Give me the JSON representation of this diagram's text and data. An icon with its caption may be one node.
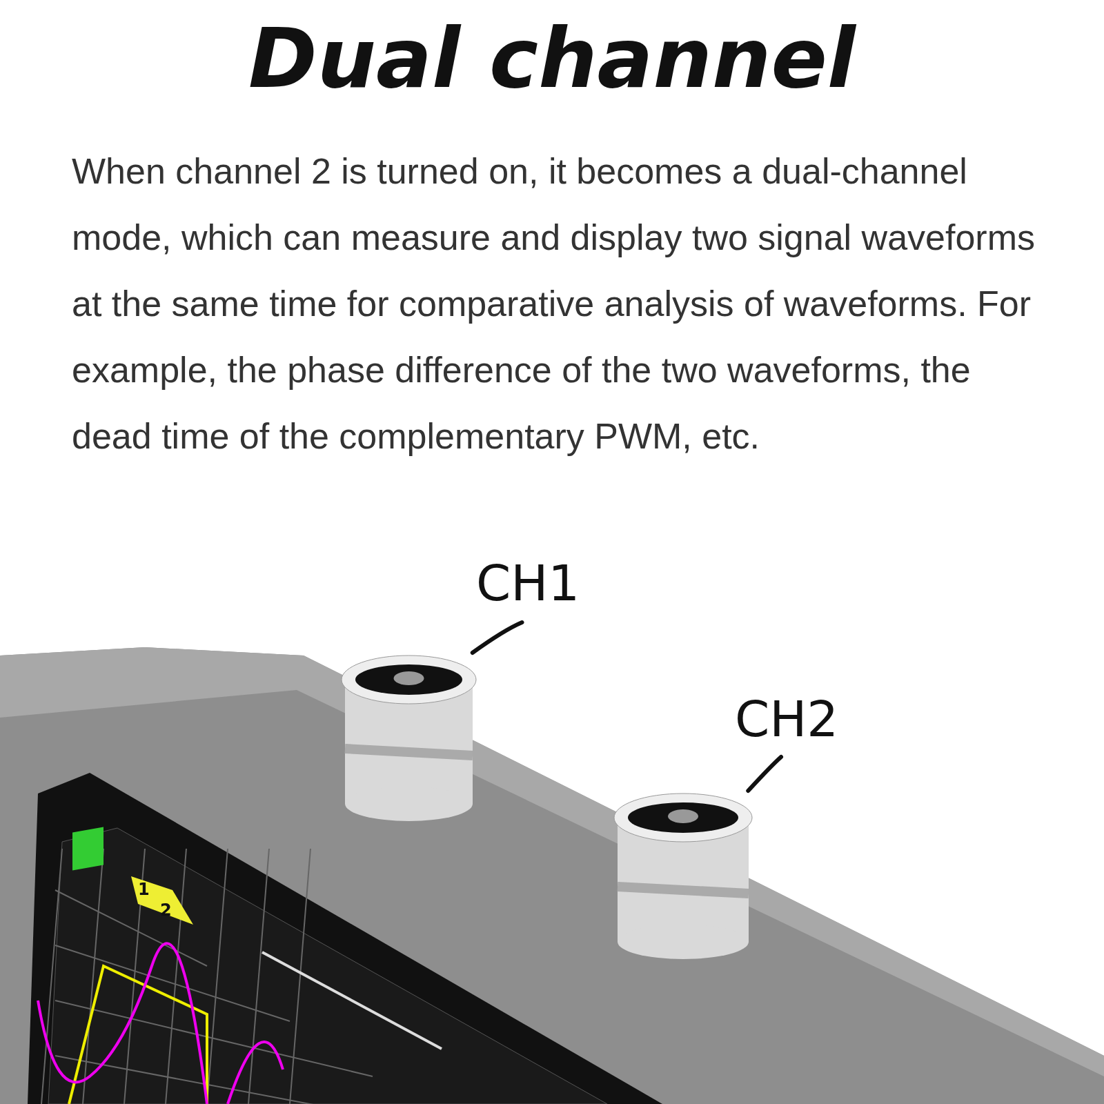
{
  "diagram": {
    "title": "Dual channel",
    "nodes": [
      {
        "text": [
          "CH1"
        ]
      },
      {
        "text": [],
        "shape": "picture"
      },
      {
        "text": [
          "CH2"
        ]
      },
      {
        "text": [],
        "shape": "picture"
      }
    ],
    "edges": [
      {
        "from": 0,
        "to": 1,
        "arrow": "none"
      },
      {
        "from": 2,
        "to": 3,
        "arrow": "none"
      }
    ],
    "labels": [
      "When channel 2 is turned on, it becomes a dual-channel mode, which can measure and display two signal waveforms at the same time for comparative analysis of waveforms. For example, the phase difference of the two waveforms, the dead time of the complementary PWM, etc.",
      "1",
      "2"
    ]
  }
}
